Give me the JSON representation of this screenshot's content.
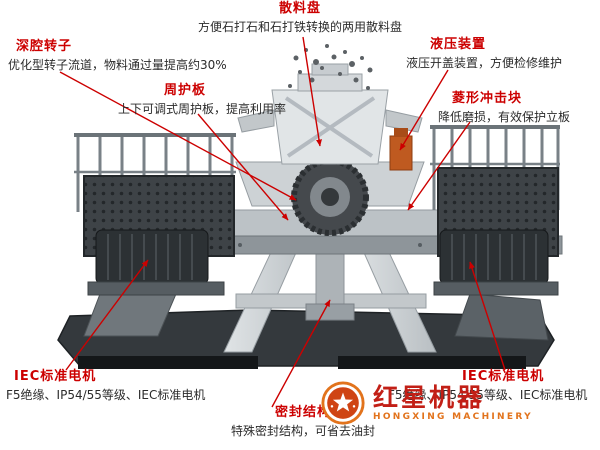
{
  "colors": {
    "callout_title_red": "#cc0000",
    "leader_line_red": "#cc0000",
    "brand_red": "#c21f16",
    "brand_orange": "#e2731c"
  },
  "callouts": {
    "sanliaopan": {
      "title": "散料盘",
      "desc": "方便石打石和石打铁转换的两用散料盘"
    },
    "shenqiangzhuanzi": {
      "title": "深腔转子",
      "desc": "优化型转子流道，物料通过量提高约30%"
    },
    "yeyazhuangzhi": {
      "title": "液压装置",
      "desc": "液压开盖装置，方便检修维护"
    },
    "zhouhuban": {
      "title": "周护板",
      "desc": "上下可调式周护板，提高利用率"
    },
    "lingxingchongjikuai": {
      "title": "菱形冲击块",
      "desc": "降低磨损，有效保护立板"
    },
    "iec_left": {
      "title": "IEC标准电机",
      "desc": "F5绝缘、IP54/55等级、IEC标准电机"
    },
    "iec_right": {
      "title": "IEC标准电机",
      "desc": "F5绝缘、IP54/55等级、IEC标准电机"
    },
    "mifengjiegou": {
      "title": "密封结构",
      "desc": "特殊密封结构，可省去油封"
    }
  },
  "brand": {
    "name_cn": "红星机器",
    "name_en": "HONGXING MACHINERY"
  }
}
